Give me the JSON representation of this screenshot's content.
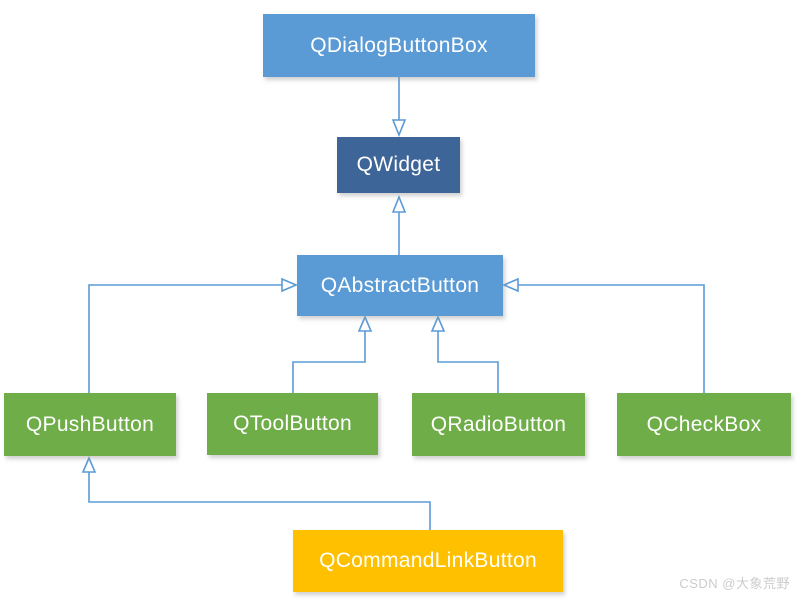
{
  "diagram": {
    "type": "class-inheritance-diagram",
    "nodes": [
      {
        "id": "qdialogbuttonbox",
        "label": "QDialogButtonBox",
        "fill": "#5b9bd5",
        "text_color": "#ffffff"
      },
      {
        "id": "qwidget",
        "label": "QWidget",
        "fill": "#3d6597",
        "text_color": "#ffffff"
      },
      {
        "id": "qabstractbutton",
        "label": "QAbstractButton",
        "fill": "#5b9bd5",
        "text_color": "#ffffff"
      },
      {
        "id": "qpushbutton",
        "label": "QPushButton",
        "fill": "#6ead47",
        "text_color": "#ffffff"
      },
      {
        "id": "qtoolbutton",
        "label": "QToolButton",
        "fill": "#6ead47",
        "text_color": "#ffffff"
      },
      {
        "id": "qradiobutton",
        "label": "QRadioButton",
        "fill": "#6ead47",
        "text_color": "#ffffff"
      },
      {
        "id": "qcheckbox",
        "label": "QCheckBox",
        "fill": "#6ead47",
        "text_color": "#ffffff"
      },
      {
        "id": "qcommandlinkbutton",
        "label": "QCommandLinkButton",
        "fill": "#ffc000",
        "text_color": "#ffffff"
      }
    ],
    "edges": [
      {
        "from": "QDialogButtonBox",
        "to": "QWidget",
        "type": "inheritance"
      },
      {
        "from": "QAbstractButton",
        "to": "QWidget",
        "type": "inheritance"
      },
      {
        "from": "QPushButton",
        "to": "QAbstractButton",
        "type": "inheritance"
      },
      {
        "from": "QToolButton",
        "to": "QAbstractButton",
        "type": "inheritance"
      },
      {
        "from": "QRadioButton",
        "to": "QAbstractButton",
        "type": "inheritance"
      },
      {
        "from": "QCheckBox",
        "to": "QAbstractButton",
        "type": "inheritance"
      },
      {
        "from": "QCommandLinkButton",
        "to": "QPushButton",
        "type": "inheritance"
      }
    ],
    "line_color": "#5b9bd5"
  },
  "watermark": {
    "text": "CSDN @大象荒野",
    "color": "#cccccc"
  }
}
